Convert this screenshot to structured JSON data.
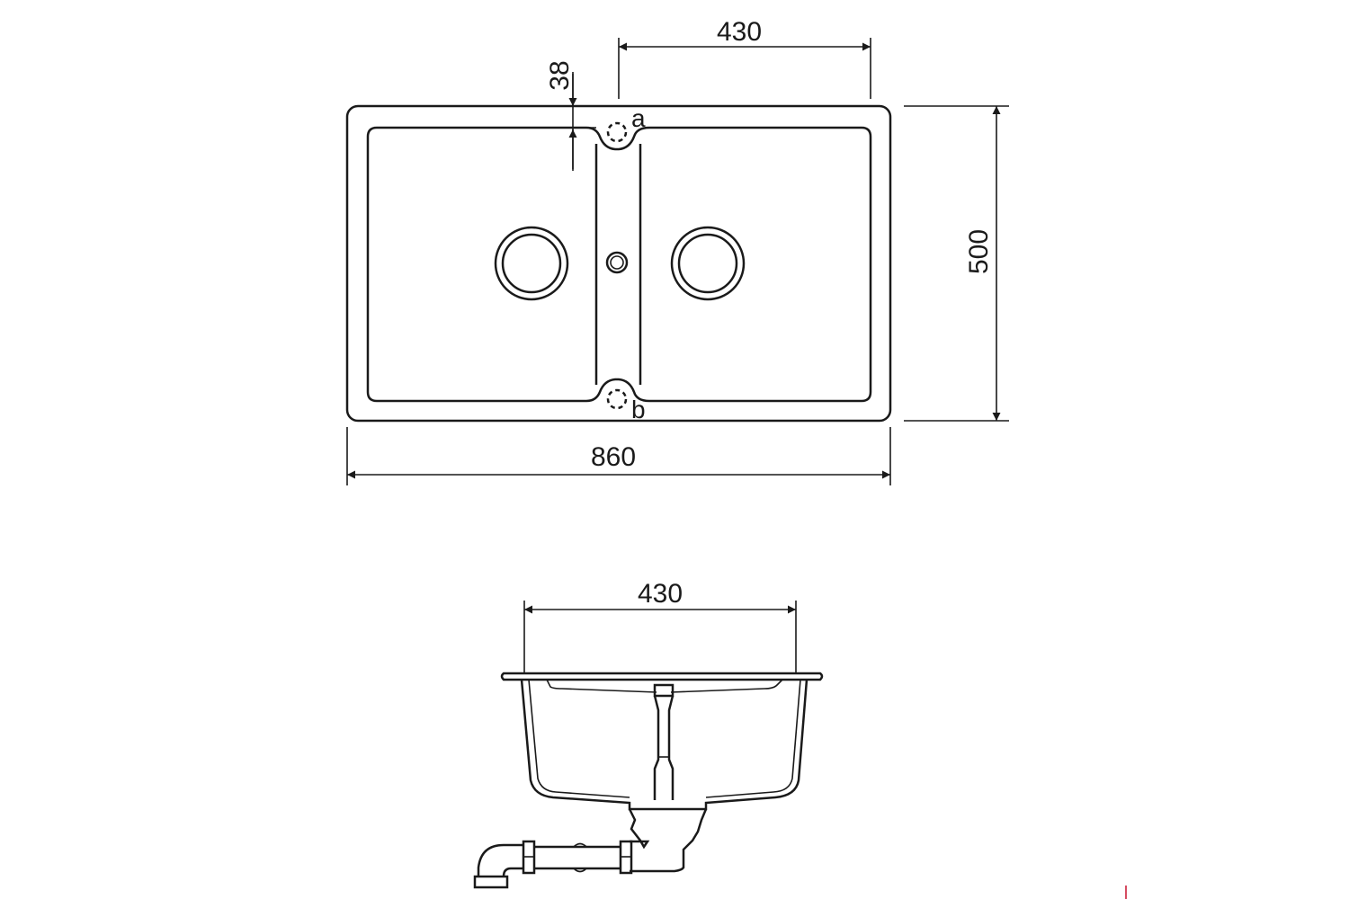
{
  "top_view": {
    "width_label": "860",
    "depth_label": "500",
    "bowl_width_label": "430",
    "offset_label": "38",
    "point_a_label": "a",
    "point_b_label": "b"
  },
  "section_view": {
    "bowl_width_label": "430"
  },
  "colors": {
    "line": "#1a1a1a",
    "marker": "#c8102e"
  }
}
